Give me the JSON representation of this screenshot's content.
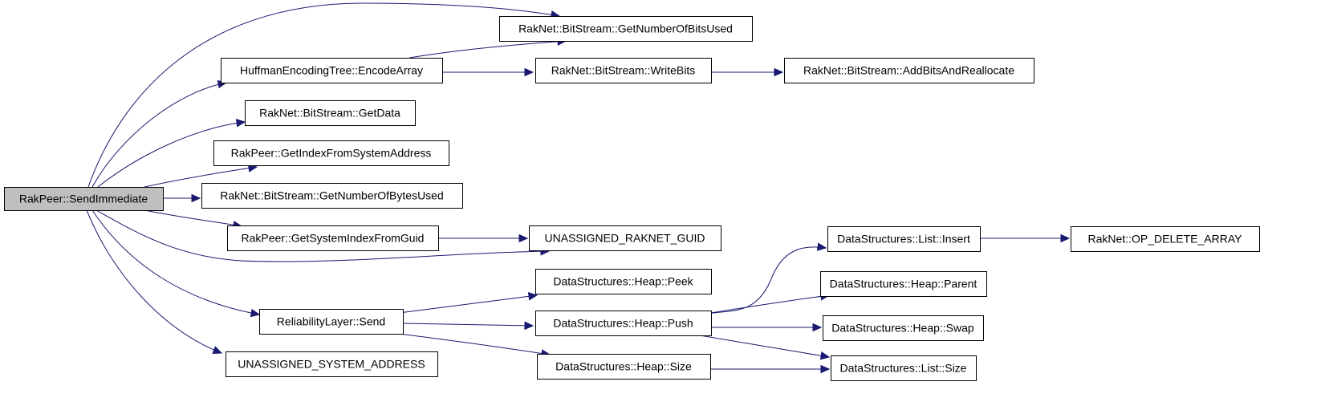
{
  "graph": {
    "type": "call-graph",
    "edge_color": "#191970",
    "root_fill": "#bfbfbf",
    "nodes": [
      {
        "id": "send_immediate",
        "label": "RakPeer::SendImmediate",
        "root": true
      },
      {
        "id": "get_bits_used",
        "label": "RakNet::BitStream::GetNumberOfBitsUsed"
      },
      {
        "id": "encode_array",
        "label": "HuffmanEncodingTree::EncodeArray"
      },
      {
        "id": "write_bits",
        "label": "RakNet::BitStream::WriteBits"
      },
      {
        "id": "add_bits",
        "label": "RakNet::BitStream::AddBitsAndReallocate"
      },
      {
        "id": "get_data",
        "label": "RakNet::BitStream::GetData"
      },
      {
        "id": "get_index",
        "label": "RakPeer::GetIndexFromSystemAddress"
      },
      {
        "id": "get_bytes_used",
        "label": "RakNet::BitStream::GetNumberOfBytesUsed"
      },
      {
        "id": "get_sys_index_guid",
        "label": "RakPeer::GetSystemIndexFromGuid"
      },
      {
        "id": "unassigned_guid",
        "label": "UNASSIGNED_RAKNET_GUID"
      },
      {
        "id": "heap_peek",
        "label": "DataStructures::Heap::Peek"
      },
      {
        "id": "rel_send",
        "label": "ReliabilityLayer::Send"
      },
      {
        "id": "heap_push",
        "label": "DataStructures::Heap::Push"
      },
      {
        "id": "unassigned_addr",
        "label": "UNASSIGNED_SYSTEM_ADDRESS"
      },
      {
        "id": "heap_size",
        "label": "DataStructures::Heap::Size"
      },
      {
        "id": "list_insert",
        "label": "DataStructures::List::Insert"
      },
      {
        "id": "op_delete",
        "label": "RakNet::OP_DELETE_ARRAY"
      },
      {
        "id": "heap_parent",
        "label": "DataStructures::Heap::Parent"
      },
      {
        "id": "heap_swap",
        "label": "DataStructures::Heap::Swap"
      },
      {
        "id": "list_size",
        "label": "DataStructures::List::Size"
      }
    ],
    "edges": [
      {
        "from": "send_immediate",
        "to": "get_bits_used"
      },
      {
        "from": "send_immediate",
        "to": "encode_array"
      },
      {
        "from": "send_immediate",
        "to": "get_data"
      },
      {
        "from": "send_immediate",
        "to": "get_index"
      },
      {
        "from": "send_immediate",
        "to": "get_bytes_used"
      },
      {
        "from": "send_immediate",
        "to": "get_sys_index_guid"
      },
      {
        "from": "send_immediate",
        "to": "unassigned_guid"
      },
      {
        "from": "send_immediate",
        "to": "rel_send"
      },
      {
        "from": "send_immediate",
        "to": "unassigned_addr"
      },
      {
        "from": "encode_array",
        "to": "get_bits_used"
      },
      {
        "from": "encode_array",
        "to": "write_bits"
      },
      {
        "from": "write_bits",
        "to": "add_bits"
      },
      {
        "from": "get_sys_index_guid",
        "to": "unassigned_guid"
      },
      {
        "from": "rel_send",
        "to": "heap_peek"
      },
      {
        "from": "rel_send",
        "to": "heap_push"
      },
      {
        "from": "rel_send",
        "to": "heap_size"
      },
      {
        "from": "heap_push",
        "to": "list_insert"
      },
      {
        "from": "heap_push",
        "to": "heap_parent"
      },
      {
        "from": "heap_push",
        "to": "heap_swap"
      },
      {
        "from": "heap_push",
        "to": "list_size"
      },
      {
        "from": "heap_size",
        "to": "list_size"
      },
      {
        "from": "list_insert",
        "to": "op_delete"
      }
    ]
  }
}
